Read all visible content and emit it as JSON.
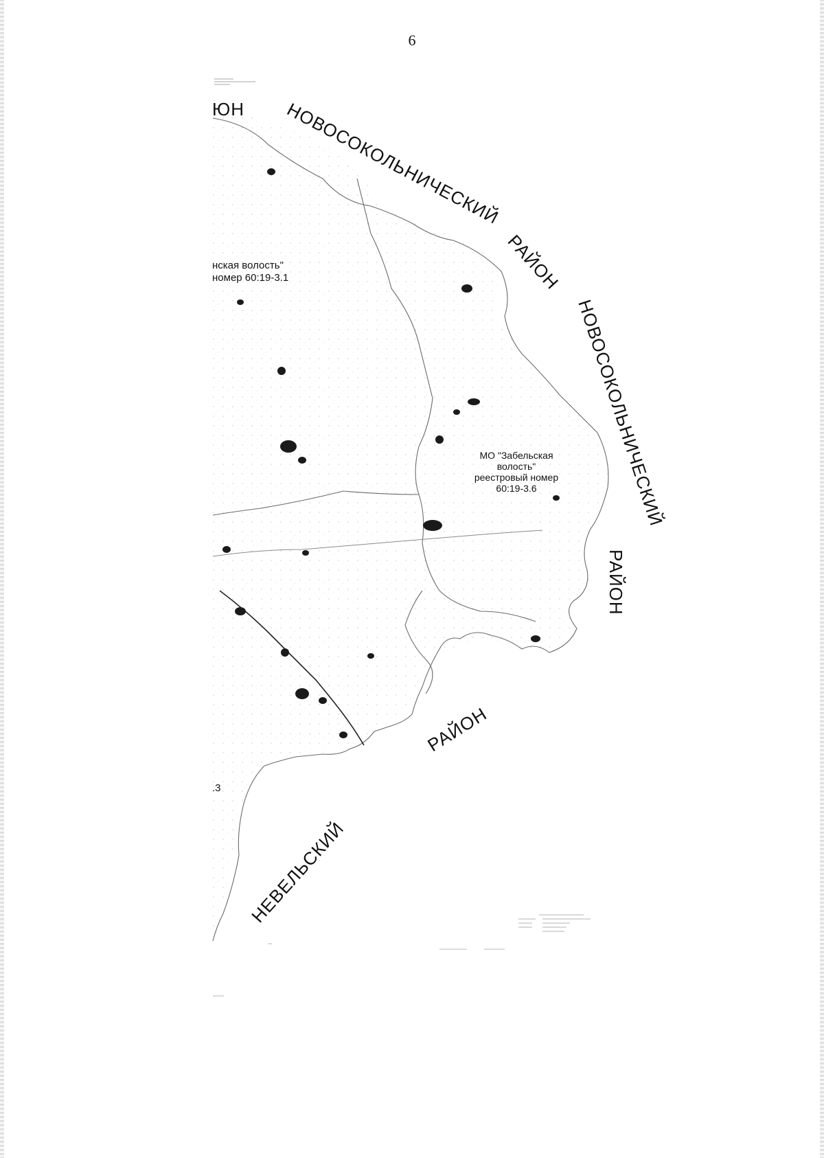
{
  "page": {
    "number": "6"
  },
  "map": {
    "district_labels": {
      "top_left_cut": "ЮН",
      "north": "НОВОСОКОЛЬНИЧЕСКИЙ",
      "north_rayon": "РАЙОН",
      "east": "НОВОСОКОЛЬНИЧЕСКИЙ",
      "east_rayon": "РАЙОН",
      "south_rayon": "РАЙОН",
      "southwest": "НЕВЕЛЬСКИЙ"
    },
    "neighbor_mo": {
      "line1": "нская волость\"",
      "line2": "номер 60:19-3.1"
    },
    "mo_zabelskaya": {
      "line1": "МО \"Забельская",
      "line2": "волость\"",
      "line3": "реестровый номер",
      "line4": "60:19-3.6"
    },
    "cut_number": ".3"
  }
}
